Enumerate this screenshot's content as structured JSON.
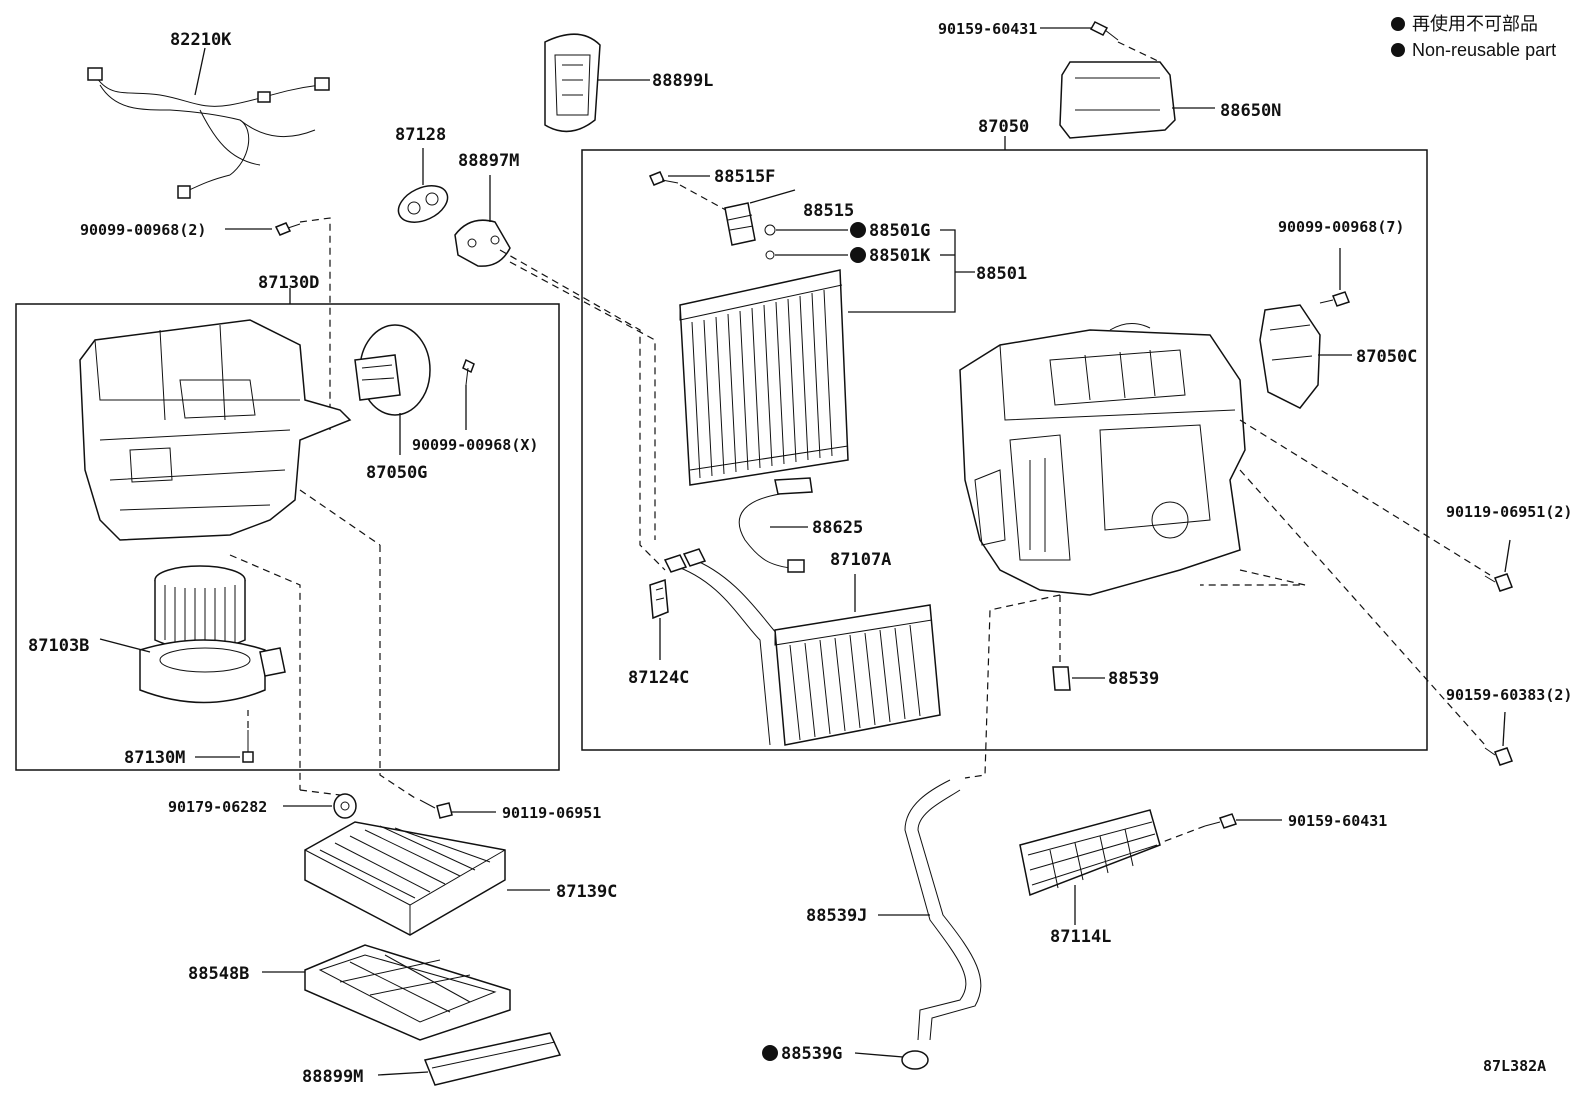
{
  "legend": {
    "line1": "再使用不可部品",
    "line2": "Non-reusable part"
  },
  "diagram_code": "87L382A",
  "labels": {
    "p82210K": "82210K",
    "p88899L": "88899L",
    "p90159_60431_top": "90159-60431",
    "p88650N": "88650N",
    "p87050": "87050",
    "p87128": "87128",
    "p88897M": "88897M",
    "p90099_00968_2": "90099-00968(2)",
    "p87130D": "87130D",
    "p88515F": "88515F",
    "p88515": "88515",
    "p88501G": "88501G",
    "p88501K": "88501K",
    "p88501": "88501",
    "p90099_00968_7": "90099-00968(7)",
    "p87050C": "87050C",
    "p90099_00968_X": "90099-00968(X)",
    "p87050G": "87050G",
    "p88625": "88625",
    "p87107A": "87107A",
    "p87103B": "87103B",
    "p87124C": "87124C",
    "p88539": "88539",
    "p90119_06951_2": "90119-06951(2)",
    "p90159_60383_2": "90159-60383(2)",
    "p87130M": "87130M",
    "p90179_06282": "90179-06282",
    "p90119_06951": "90119-06951",
    "p90159_60431_bot": "90159-60431",
    "p87139C": "87139C",
    "p88539J": "88539J",
    "p87114L": "87114L",
    "p88548B": "88548B",
    "p88539G": "88539G",
    "p88899M": "88899M"
  }
}
